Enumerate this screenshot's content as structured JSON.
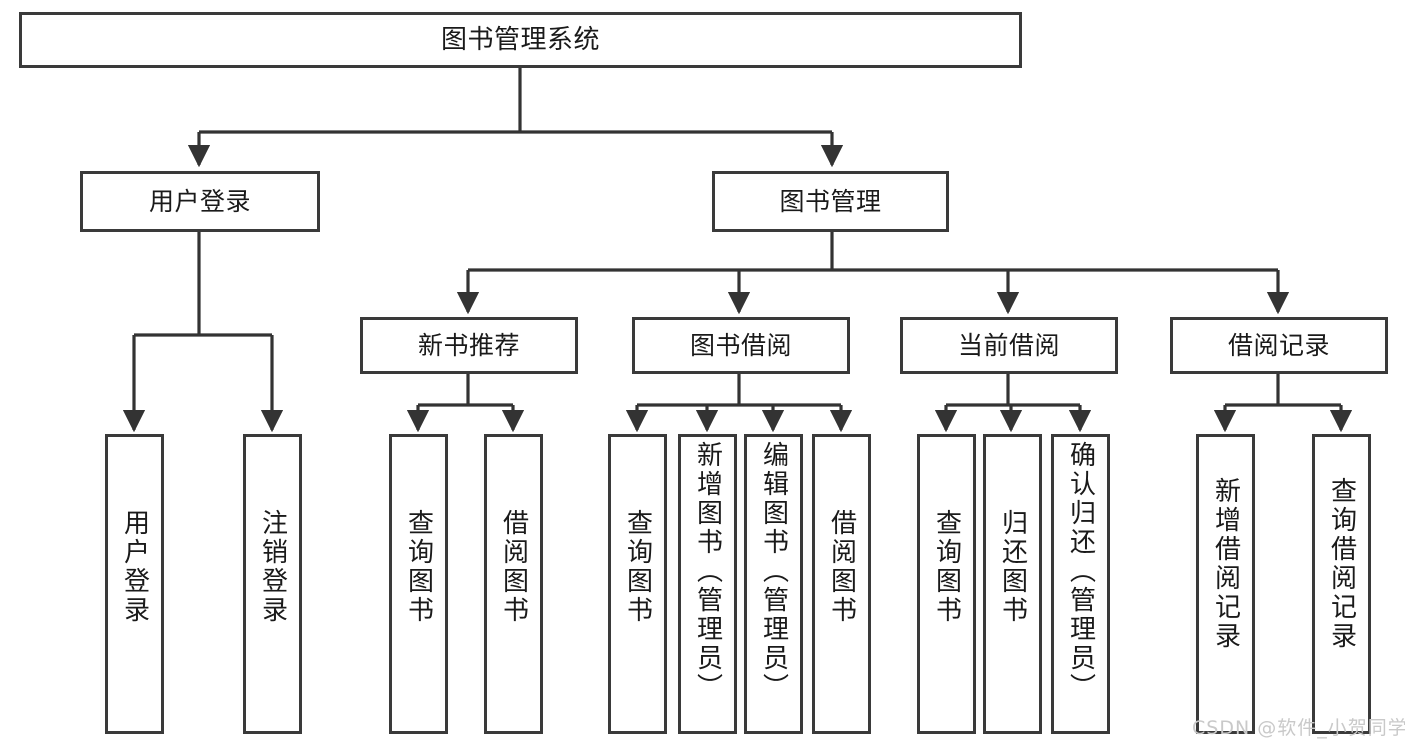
{
  "diagram": {
    "title": "图书管理系统",
    "type": "tree-hierarchy-diagram",
    "watermark": "CSDN @软件_小贺同学",
    "colors": {
      "background": "#ffffff",
      "box_border": "#3a3a3a",
      "box_fill": "#ffffff",
      "text": "#1a1a1a",
      "connector": "#333333",
      "watermark": "#c9c9c9"
    },
    "root": {
      "label": "图书管理系统"
    },
    "level1": [
      {
        "id": "user-login",
        "label": "用户登录"
      },
      {
        "id": "book-manage",
        "label": "图书管理"
      }
    ],
    "level2": [
      {
        "id": "new-book-recommend",
        "label": "新书推荐",
        "parent": "book-manage"
      },
      {
        "id": "book-borrow",
        "label": "图书借阅",
        "parent": "book-manage"
      },
      {
        "id": "current-borrow",
        "label": "当前借阅",
        "parent": "book-manage"
      },
      {
        "id": "borrow-record",
        "label": "借阅记录",
        "parent": "book-manage"
      }
    ],
    "leaves": {
      "user-login": [
        {
          "id": "leaf-user-login",
          "label": "用户登录"
        },
        {
          "id": "leaf-logout",
          "label": "注销登录"
        }
      ],
      "new-book-recommend": [
        {
          "id": "leaf-query-book-1",
          "label": "查询图书"
        },
        {
          "id": "leaf-borrow-book-1",
          "label": "借阅图书"
        }
      ],
      "book-borrow": [
        {
          "id": "leaf-query-book-2",
          "label": "查询图书"
        },
        {
          "id": "leaf-add-book",
          "label": "新增图书（管理员）"
        },
        {
          "id": "leaf-edit-book",
          "label": "编辑图书（管理员）"
        },
        {
          "id": "leaf-borrow-book-2",
          "label": "借阅图书"
        }
      ],
      "current-borrow": [
        {
          "id": "leaf-query-book-3",
          "label": "查询图书"
        },
        {
          "id": "leaf-return-book",
          "label": "归还图书"
        },
        {
          "id": "leaf-confirm-return",
          "label": "确认归还（管理员）"
        }
      ],
      "borrow-record": [
        {
          "id": "leaf-add-record",
          "label": "新增借阅记录"
        },
        {
          "id": "leaf-query-record",
          "label": "查询借阅记录"
        }
      ]
    }
  }
}
